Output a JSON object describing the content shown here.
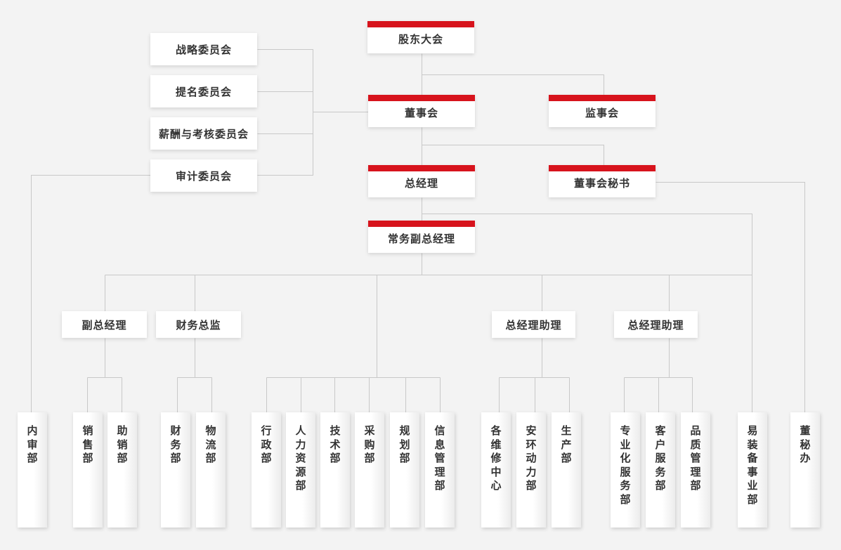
{
  "colors": {
    "accent": "#d7131c",
    "line": "#c8c8c8",
    "background": "#f3f3f3",
    "text": "#333333"
  },
  "top": {
    "shareholders": "股东大会",
    "board": "董事会",
    "supervisory_board": "监事会",
    "general_manager": "总经理",
    "board_secretary": "董事会秘书",
    "executive_deputy_gm": "常务副总经理"
  },
  "committees": [
    "战略委员会",
    "提名委员会",
    "薪酬与考核委员会",
    "审计委员会"
  ],
  "managers": [
    "副总经理",
    "财务总监",
    "总经理助理",
    "总经理助理"
  ],
  "departments": [
    "内审部",
    "销售部",
    "助销部",
    "财务部",
    "物流部",
    "行政部",
    "人力资源部",
    "技术部",
    "采购部",
    "规划部",
    "信息管理部",
    "各维修中心",
    "安环动力部",
    "生产部",
    "专业化服务部",
    "客户服务部",
    "品质管理部",
    "易装备事业部",
    "董秘办"
  ]
}
